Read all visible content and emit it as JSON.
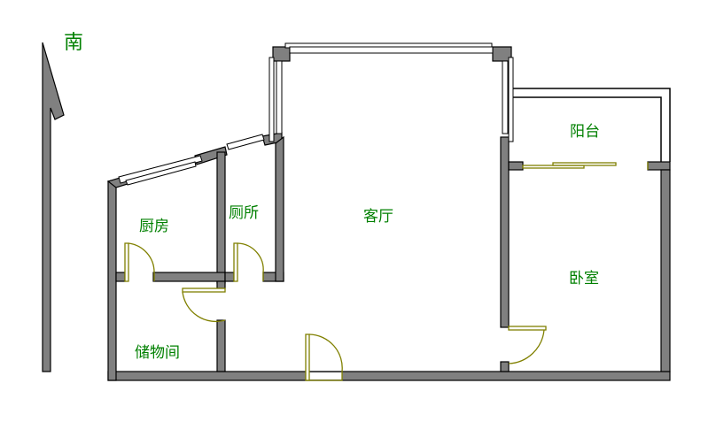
{
  "diagram": {
    "type": "floor-plan",
    "compass": {
      "label": "南",
      "direction": "south"
    },
    "rooms": [
      {
        "id": "kitchen",
        "label": "厨房"
      },
      {
        "id": "toilet",
        "label": "厕所"
      },
      {
        "id": "living",
        "label": "客厅"
      },
      {
        "id": "balcony",
        "label": "阳台"
      },
      {
        "id": "bedroom",
        "label": "卧室"
      },
      {
        "id": "storage",
        "label": "储物间"
      }
    ],
    "colors": {
      "wall": "#808080",
      "wall_outline": "#000000",
      "door": "#808000",
      "label": "#008000"
    }
  }
}
